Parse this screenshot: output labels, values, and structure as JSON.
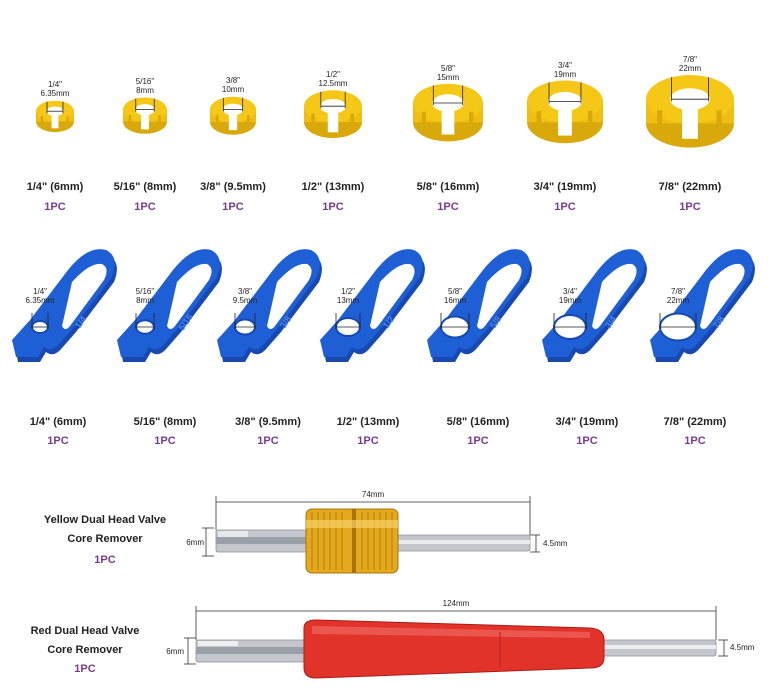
{
  "palette": {
    "yellow": "#f5c817",
    "yellow_dark": "#d9a90c",
    "blue": "#1f5fd6",
    "blue_dark": "#1749b0",
    "gold": "#e5a91e",
    "red": "#e2332a",
    "steel": "#c9ccd1",
    "accent_purple": "#7a3b8f"
  },
  "yellow_clips": [
    {
      "dim_in": "1/4\"",
      "dim_mm": "6.35mm",
      "label": "1/4\" (6mm)",
      "qty": "1PC"
    },
    {
      "dim_in": "5/16\"",
      "dim_mm": "8mm",
      "label": "5/16\" (8mm)",
      "qty": "1PC"
    },
    {
      "dim_in": "3/8\"",
      "dim_mm": "10mm",
      "label": "3/8\" (9.5mm)",
      "qty": "1PC"
    },
    {
      "dim_in": "1/2\"",
      "dim_mm": "12.5mm",
      "label": "1/2\" (13mm)",
      "qty": "1PC"
    },
    {
      "dim_in": "5/8\"",
      "dim_mm": "15mm",
      "label": "5/8\" (16mm)",
      "qty": "1PC"
    },
    {
      "dim_in": "3/4\"",
      "dim_mm": "19mm",
      "label": "3/4\" (19mm)",
      "qty": "1PC"
    },
    {
      "dim_in": "7/8\"",
      "dim_mm": "22mm",
      "label": "7/8\" (22mm)",
      "qty": "1PC"
    }
  ],
  "blue_tools": [
    {
      "dim_in": "1/4\"",
      "dim_mm": "6.35mm",
      "engrave": "1/4",
      "label": "1/4\" (6mm)",
      "qty": "1PC"
    },
    {
      "dim_in": "5/16\"",
      "dim_mm": "8mm",
      "engrave": "5/16",
      "label": "5/16\" (8mm)",
      "qty": "1PC"
    },
    {
      "dim_in": "3/8\"",
      "dim_mm": "9.5mm",
      "engrave": "3/8",
      "label": "3/8\" (9.5mm)",
      "qty": "1PC"
    },
    {
      "dim_in": "1/2\"",
      "dim_mm": "13mm",
      "engrave": "1/2",
      "label": "1/2\" (13mm)",
      "qty": "1PC"
    },
    {
      "dim_in": "5/8\"",
      "dim_mm": "16mm",
      "engrave": "5/8",
      "label": "5/8\" (16mm)",
      "qty": "1PC"
    },
    {
      "dim_in": "3/4\"",
      "dim_mm": "19mm",
      "engrave": "3/4",
      "label": "3/4\" (19mm)",
      "qty": "1PC"
    },
    {
      "dim_in": "7/8\"",
      "dim_mm": "22mm",
      "engrave": "7/8",
      "label": "7/8\" (22mm)",
      "qty": "1PC"
    }
  ],
  "yellow_remover": {
    "name_line1": "Yellow Dual Head Valve",
    "name_line2": "Core Remover",
    "qty": "1PC",
    "length": "74mm",
    "left_dim": "6mm",
    "right_dim": "4.5mm"
  },
  "red_remover": {
    "name_line1": "Red Dual Head Valve",
    "name_line2": "Core Remover",
    "qty": "1PC",
    "length": "124mm",
    "left_dim": "6mm",
    "right_dim": "4.5mm"
  }
}
